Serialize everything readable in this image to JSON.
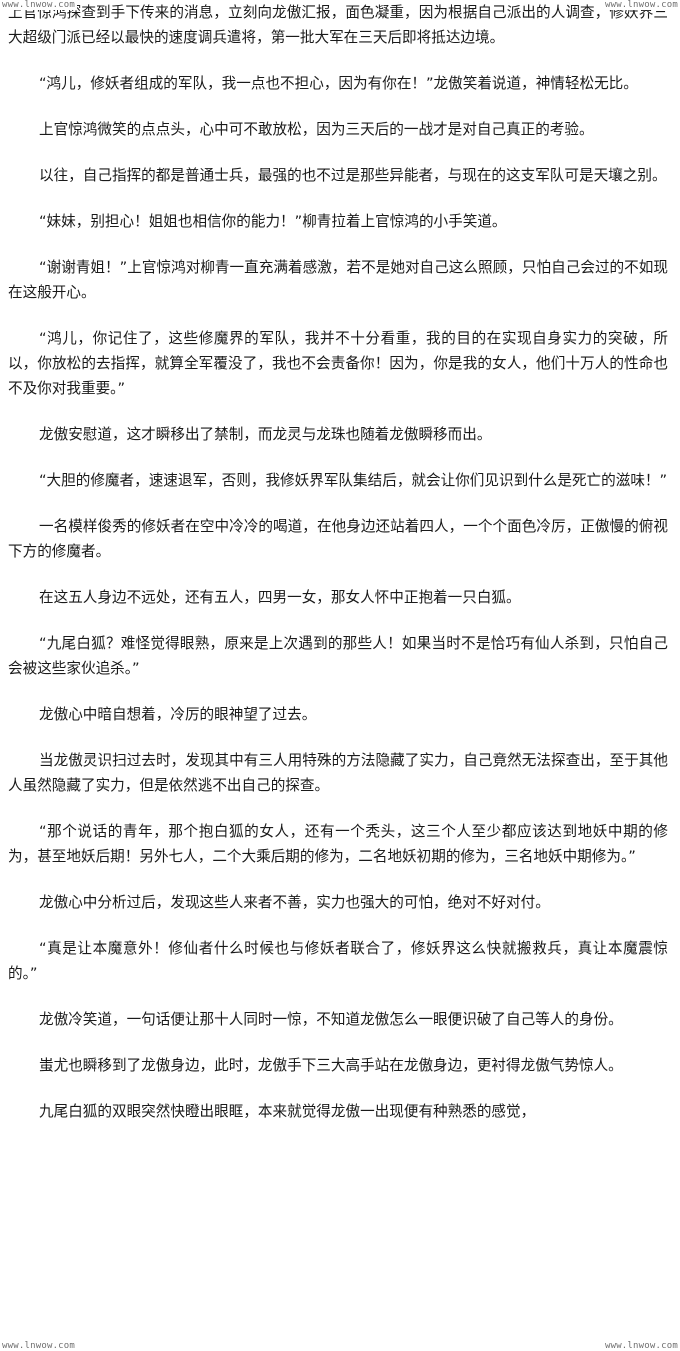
{
  "watermark": "www.lnwow.com",
  "paragraphs": [
    "上官惊鸿探查到手下传来的消息，立刻向龙傲汇报，面色凝重，因为根据自己派出的人调查，修妖界三大超级门派已经以最快的速度调兵遣将，第一批大军在三天后即将抵达边境。",
    "“鸿儿，修妖者组成的军队，我一点也不担心，因为有你在！”龙傲笑着说道，神情轻松无比。",
    "上官惊鸿微笑的点点头，心中可不敢放松，因为三天后的一战才是对自己真正的考验。",
    "以往，自己指挥的都是普通士兵，最强的也不过是那些异能者，与现在的这支军队可是天壤之别。",
    "“妹妹，别担心！姐姐也相信你的能力！”柳青拉着上官惊鸿的小手笑道。",
    "“谢谢青姐！”上官惊鸿对柳青一直充满着感激，若不是她对自己这么照顾，只怕自己会过的不如现在这般开心。",
    "“鸿儿，你记住了，这些修魔界的军队，我并不十分看重，我的目的在实现自身实力的突破，所以，你放松的去指挥，就算全军覆没了，我也不会责备你！因为，你是我的女人，他们十万人的性命也不及你对我重要。”",
    "龙傲安慰道，这才瞬移出了禁制，而龙灵与龙珠也随着龙傲瞬移而出。",
    "“大胆的修魔者，速速退军，否则，我修妖界军队集结后，就会让你们见识到什么是死亡的滋味！”",
    "一名模样俊秀的修妖者在空中冷冷的喝道，在他身边还站着四人，一个个面色冷厉，正傲慢的俯视下方的修魔者。",
    "在这五人身边不远处，还有五人，四男一女，那女人怀中正抱着一只白狐。",
    "“九尾白狐？难怪觉得眼熟，原来是上次遇到的那些人！如果当时不是恰巧有仙人杀到，只怕自己会被这些家伙追杀。”",
    "龙傲心中暗自想着，冷厉的眼神望了过去。",
    "当龙傲灵识扫过去时，发现其中有三人用特殊的方法隐藏了实力，自己竟然无法探查出，至于其他人虽然隐藏了实力，但是依然逃不出自己的探查。",
    "“那个说话的青年，那个抱白狐的女人，还有一个秃头，这三个人至少都应该达到地妖中期的修为，甚至地妖后期！另外七人，二个大乘后期的修为，二名地妖初期的修为，三名地妖中期修为。”",
    "龙傲心中分析过后，发现这些人来者不善，实力也强大的可怕，绝对不好对付。",
    "“真是让本魔意外！修仙者什么时候也与修妖者联合了，修妖界这么快就搬救兵，真让本魔震惊的。”",
    "龙傲冷笑道，一句话便让那十人同时一惊，不知道龙傲怎么一眼便识破了自己等人的身份。",
    "蚩尤也瞬移到了龙傲身边，此时，龙傲手下三大高手站在龙傲身边，更衬得龙傲气势惊人。",
    "九尾白狐的双眼突然快瞪出眼眶，本来就觉得龙傲一出现便有种熟悉的感觉，"
  ]
}
